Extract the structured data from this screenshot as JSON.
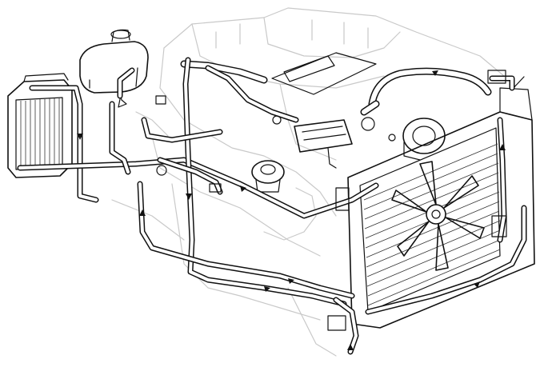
{
  "diagram": {
    "type": "engine cooling system line drawing",
    "line_color": "#111111",
    "background_color": "#ffffff",
    "faint_line_color": "#c9c9c9",
    "components": [
      {
        "id": "expansion-tank",
        "icon": "tank-icon"
      },
      {
        "id": "heater-core",
        "icon": "heat-exchanger-icon"
      },
      {
        "id": "radiator",
        "icon": "radiator-icon"
      },
      {
        "id": "cooling-fan",
        "icon": "fan-icon"
      },
      {
        "id": "thermostat-housing",
        "icon": "thermostat-icon"
      },
      {
        "id": "water-pump",
        "icon": "pump-icon"
      },
      {
        "id": "engine-block",
        "icon": "engine-icon"
      },
      {
        "id": "oil-cooler",
        "icon": "cooler-icon"
      }
    ]
  }
}
